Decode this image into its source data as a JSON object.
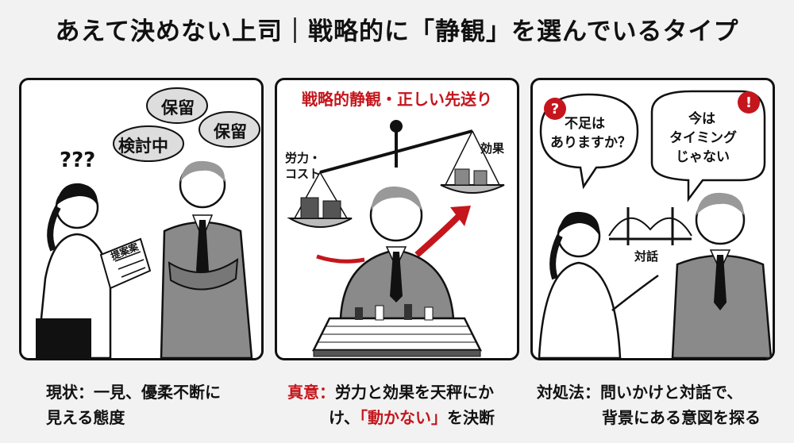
{
  "title": "あえて決めない上司｜戦略的に「静観」を選んでいるタイプ",
  "panel1": {
    "bubbles": [
      "保留",
      "検討中",
      "保留"
    ],
    "question_marks": "???",
    "document_label": "提案案",
    "caption_label": "現状：",
    "caption_line1": "一見、優柔不断に",
    "caption_line2": "見える態度"
  },
  "panel2": {
    "heading": "戦略的静観・正しい先送り",
    "left_pan_label_1": "労力・",
    "left_pan_label_2": "コスト",
    "right_pan_label": "効果",
    "caption_label": "真意：",
    "caption_line1": "労力と効果を天秤にか",
    "caption_line2_a": "け、",
    "caption_line2_b": "「動かない」",
    "caption_line2_c": "を決断"
  },
  "panel3": {
    "left_bubble_line1": "不足は",
    "left_bubble_line2": "ありますか？",
    "right_bubble_line1": "今は",
    "right_bubble_line2": "タイミング",
    "right_bubble_line3": "じゃない",
    "bridge_label": "対話",
    "caption_label": "対処法：",
    "caption_line1": "問いかけと対話で、",
    "caption_line2": "背景にある意図を探る"
  },
  "colors": {
    "accent_red": "#c4161c",
    "ink": "#111111",
    "background": "#f2f2f2"
  }
}
